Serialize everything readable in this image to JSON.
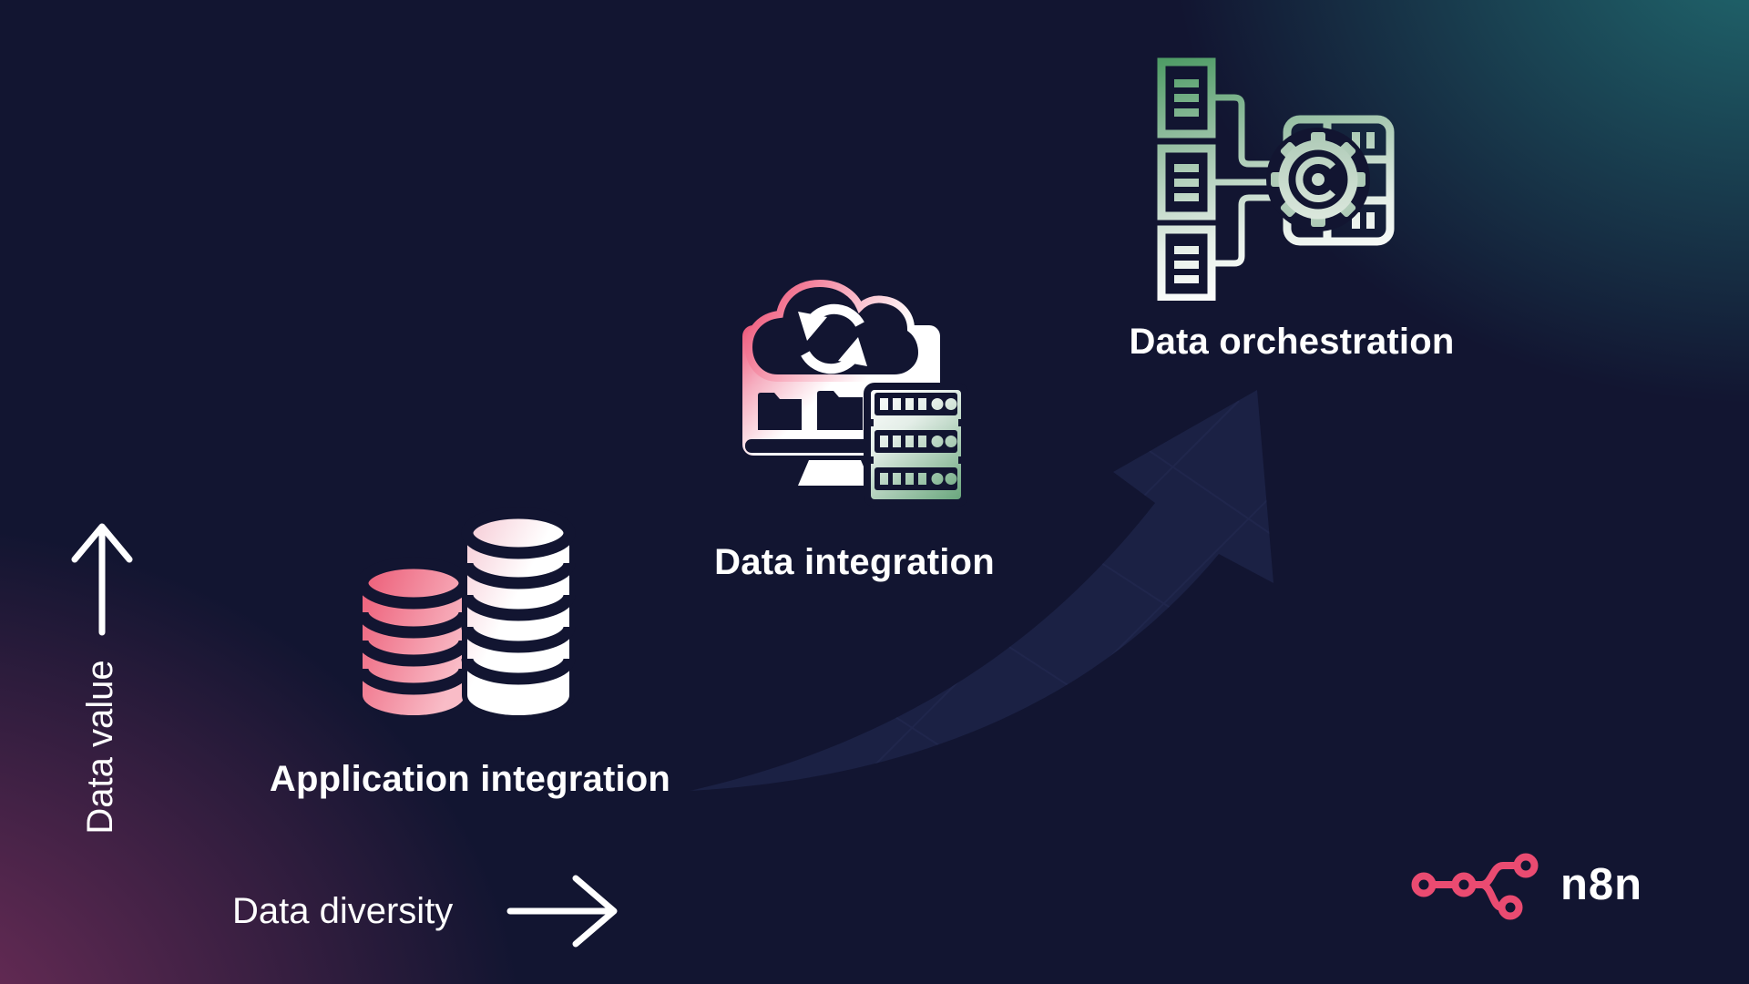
{
  "figure": {
    "type": "progression-diagram",
    "axes": {
      "y_label": "Data value",
      "x_label": "Data diversity"
    },
    "stages": [
      {
        "label": "Application integration",
        "icon": "database-stack-icon",
        "position": "bottom-left",
        "accent_color": "#ED5F78"
      },
      {
        "label": "Data integration",
        "icon": "cloud-sync-servers-icon",
        "position": "middle",
        "accent_color": "#6FAF83"
      },
      {
        "label": "Data orchestration",
        "icon": "documents-gear-server-icon",
        "position": "top-right",
        "accent_color": "#57A06B"
      }
    ],
    "background_arrow": "upward-trend-arrow"
  },
  "branding": {
    "logo_text": "n8n",
    "logo_icon": "n8n-node-graph-icon",
    "brand_color": "#EA4B71"
  },
  "colors": {
    "background": "#121531",
    "teal_corner": "#20666B",
    "magenta_corner": "#6D2F55",
    "swoosh_arrow": "#1B2144",
    "text": "#FFFFFF"
  }
}
